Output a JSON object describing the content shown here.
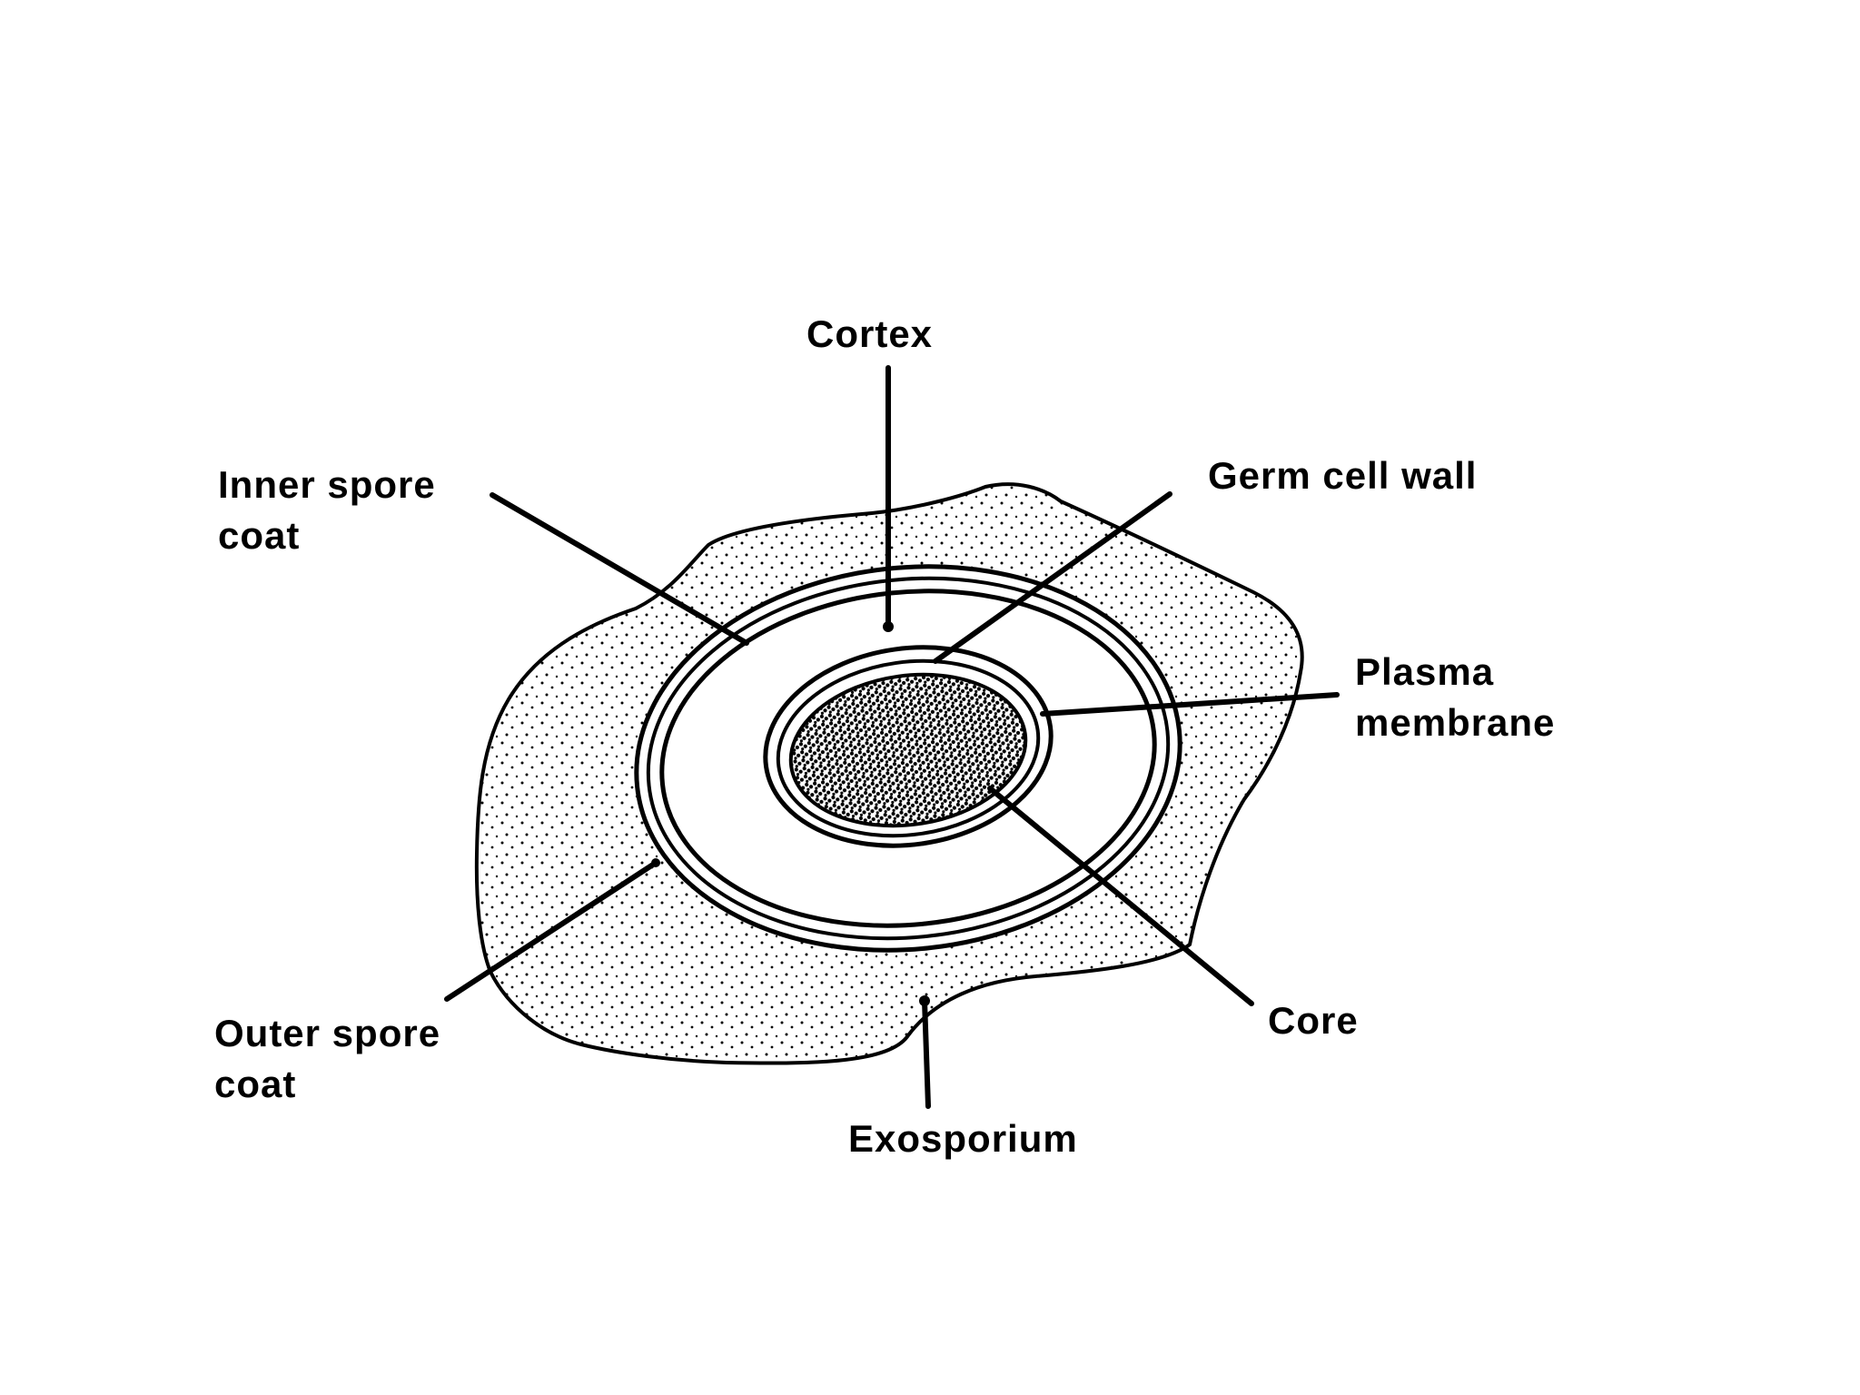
{
  "diagram": {
    "colors": {
      "ink": "#000000",
      "background": "#ffffff"
    },
    "labels": {
      "cortex": [
        "Cortex"
      ],
      "germ_cell_wall": [
        "Germ cell wall"
      ],
      "inner_spore_coat": [
        "Inner spore",
        "coat"
      ],
      "plasma_membrane": [
        "Plasma",
        "membrane"
      ],
      "outer_spore_coat": [
        "Outer spore",
        "coat"
      ],
      "core": [
        "Core"
      ],
      "exosporium": [
        "Exosporium"
      ]
    }
  }
}
